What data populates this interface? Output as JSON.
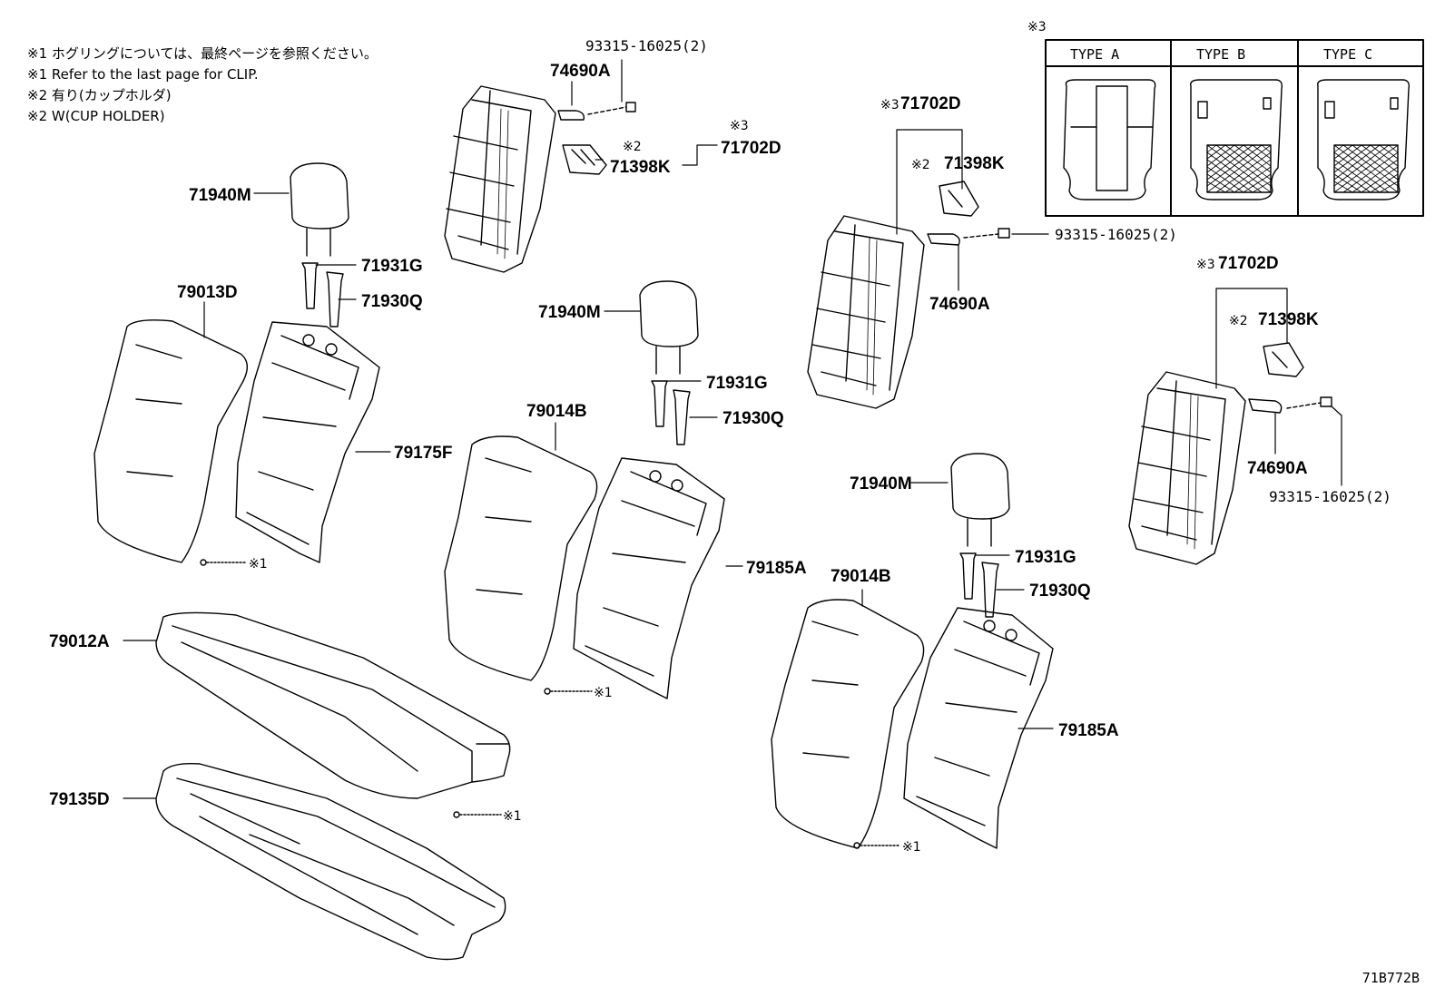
{
  "notes": [
    "※1 ホグリングについては、最終ページを参照ください。",
    "※1  Refer to the last page for CLIP.",
    "※2 有り(カップホルダ)",
    "※2 W(CUP HOLDER)"
  ],
  "type_table": {
    "marker": "※3",
    "headers": [
      "TYPE  A",
      "TYPE  B",
      "TYPE  C"
    ]
  },
  "marks": {
    "note1": "※1",
    "note2": "※2",
    "note3": "※3"
  },
  "parts": {
    "p74690A": "74690A",
    "p93315": "93315-16025(2)",
    "p71702D": "71702D",
    "p71398K": "71398K",
    "p71940M": "71940M",
    "p71931G": "71931G",
    "p71930Q": "71930Q",
    "p79013D": "79013D",
    "p79175F": "79175F",
    "p79014B": "79014B",
    "p79185A": "79185A",
    "p79012A": "79012A",
    "p79135D": "79135D"
  },
  "diagram_code": "71B772B"
}
